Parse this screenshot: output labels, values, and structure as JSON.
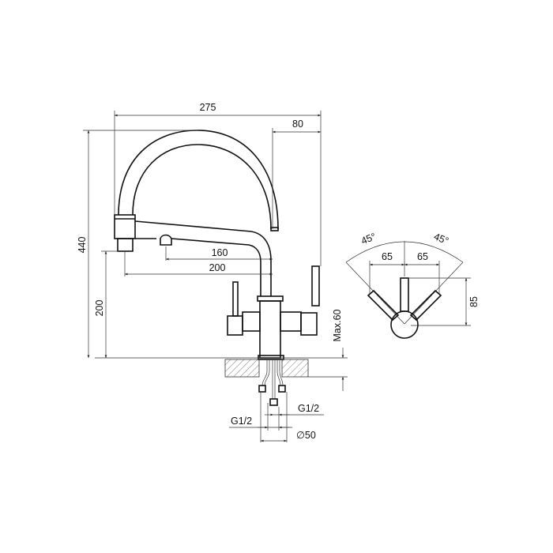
{
  "drawing": {
    "side_view": {
      "overall_width": "275",
      "spout_offset": "80",
      "overall_height": "440",
      "outlet_height": "200",
      "reach_filter": "160",
      "reach_main": "200",
      "max_counter_thickness": "Max.60"
    },
    "connections": {
      "g_right": "G1/2",
      "g_left": "G1/2",
      "hole_diameter": "∅50"
    },
    "top_view": {
      "angle_left": "45°",
      "angle_right": "45°",
      "offset_left": "65",
      "offset_right": "65",
      "handle_length": "85"
    }
  }
}
